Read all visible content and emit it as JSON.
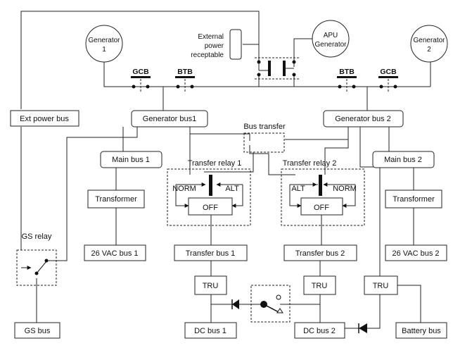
{
  "generators": {
    "gen1": [
      "Generator",
      "1"
    ],
    "gen2": [
      "Generator",
      "2"
    ],
    "apu": [
      "APU",
      "Generator"
    ]
  },
  "external_power": [
    "External",
    "power",
    "receptable"
  ],
  "breakers": {
    "gcb": "GCB",
    "btb": "BTB"
  },
  "buses": {
    "ext_power_bus": "Ext power bus",
    "generator_bus1": "Generator bus1",
    "generator_bus2": "Generator bus 2",
    "main_bus1": "Main bus 1",
    "main_bus2": "Main bus 2",
    "transformer": "Transformer",
    "vac_bus1": "26 VAC bus 1",
    "vac_bus2": "26 VAC bus 2",
    "transfer_bus1": "Transfer bus 1",
    "transfer_bus2": "Transfer bus 2",
    "tru": "TRU",
    "dc_bus1": "DC bus 1",
    "dc_bus2": "DC bus 2",
    "battery_bus": "Battery bus",
    "gs_bus": "GS bus"
  },
  "relays": {
    "gs_relay": "GS relay",
    "bus_transfer": "Bus transfer",
    "transfer_relay1": "Transfer relay 1",
    "transfer_relay2": "Transfer relay 2",
    "norm": "NORM",
    "alt": "ALT",
    "off": "OFF"
  }
}
